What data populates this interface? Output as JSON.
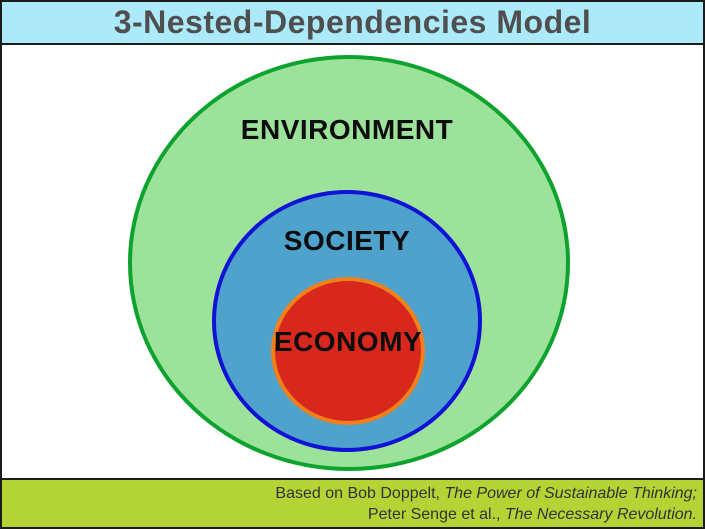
{
  "title_bar": {
    "title": "3-Nested-Dependencies Model"
  },
  "diagram": {
    "rings": [
      {
        "id": "environment",
        "label": "ENVIRONMENT"
      },
      {
        "id": "society",
        "label": "SOCIETY"
      },
      {
        "id": "economy",
        "label": "ECONOMY"
      }
    ]
  },
  "footer": {
    "citation_line1": {
      "prefix": "Based on Bob Doppelt, ",
      "book_title": "The Power of Sustainable Thinking;"
    },
    "citation_line2": {
      "prefix": "Peter Senge et al., ",
      "book_title": "The Necessary Revolution."
    }
  },
  "colors": {
    "canvas_bg": "#ffffff",
    "border": "#1b1b1b",
    "title_bar_bg": "#ace9f9",
    "title_text": "#4f4f4f",
    "label_text": "#0d0d0d",
    "environment_fill": "#9de29a",
    "environment_stroke": "#0da32e",
    "society_fill": "#4fa2cb",
    "society_stroke": "#1012d6",
    "economy_fill": "#d8281e",
    "economy_stroke": "#f08019",
    "footer_bg": "#b4d334",
    "footer_text": "#333333"
  }
}
